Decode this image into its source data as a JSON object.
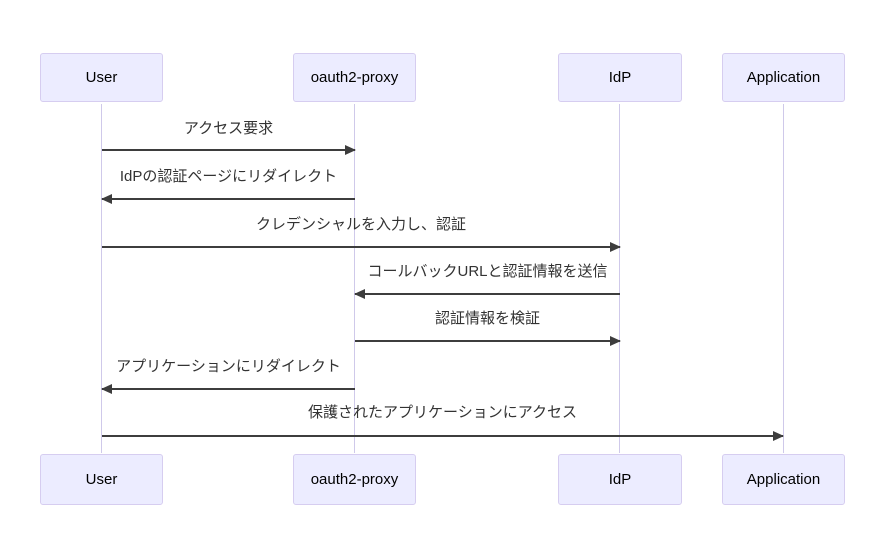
{
  "diagram": {
    "type": "sequence-diagram",
    "actors": [
      {
        "name": "User"
      },
      {
        "name": "oauth2-proxy"
      },
      {
        "name": "IdP"
      },
      {
        "name": "Application"
      }
    ],
    "messages": [
      {
        "from": "User",
        "to": "oauth2-proxy",
        "direction": "right",
        "label": "アクセス要求"
      },
      {
        "from": "oauth2-proxy",
        "to": "User",
        "direction": "left",
        "label": "IdPの認証ページにリダイレクト"
      },
      {
        "from": "User",
        "to": "IdP",
        "direction": "right",
        "label": "クレデンシャルを入力し、認証"
      },
      {
        "from": "IdP",
        "to": "oauth2-proxy",
        "direction": "left",
        "label": "コールバックURLと認証情報を送信"
      },
      {
        "from": "oauth2-proxy",
        "to": "IdP",
        "direction": "right",
        "label": "認証情報を検証"
      },
      {
        "from": "oauth2-proxy",
        "to": "User",
        "direction": "left",
        "label": "アプリケーションにリダイレクト"
      },
      {
        "from": "User",
        "to": "Application",
        "direction": "right",
        "label": "保護されたアプリケーションにアクセス"
      }
    ],
    "colors": {
      "background": "#ffffff",
      "actor_fill": "#ECECFF",
      "actor_border": "#d6cdf0",
      "lifeline": "#cfc9ea",
      "arrow": "#3d3d3d",
      "text": "#333333"
    }
  }
}
